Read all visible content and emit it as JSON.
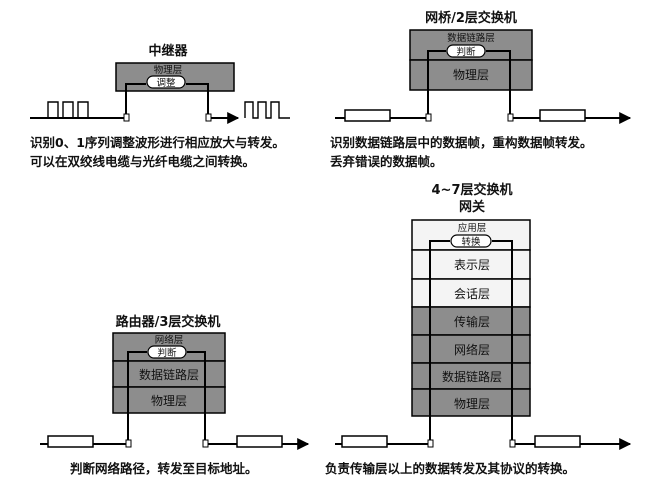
{
  "repeater": {
    "title": "中继器",
    "layer_physical": "物理层",
    "tag": "调整",
    "caption_line1": "识别0、1序列调整波形进行相应放大与转发。",
    "caption_line2": "可以在双绞线电缆与光纤电缆之间转换。"
  },
  "bridge": {
    "title": "网桥/2层交换机",
    "layer_datalink": "数据链路层",
    "tag": "判断",
    "layer_physical": "物理层",
    "caption_line1": "识别数据链路层中的数据帧，重构数据帧转发。",
    "caption_line2": "丢弃错误的数据帧。"
  },
  "router": {
    "title": "路由器/3层交换机",
    "layer_network": "网络层",
    "tag": "判断",
    "layer_datalink": "数据链路层",
    "layer_physical": "物理层",
    "caption": "判断网络路径，转发至目标地址。"
  },
  "gateway": {
    "title_line1": "4~7层交换机",
    "title_line2": "网关",
    "layer_application": "应用层",
    "tag": "转换",
    "layer_presentation": "表示层",
    "layer_session": "会话层",
    "layer_transport": "传输层",
    "layer_network": "网络层",
    "layer_datalink": "数据链路层",
    "layer_physical": "物理层",
    "caption": "负责传输层以上的数据转发及其协议的转换。"
  },
  "colors": {
    "layer_dark": "#8d8d8d",
    "layer_light": "#f4f4f4",
    "line": "#000000"
  }
}
